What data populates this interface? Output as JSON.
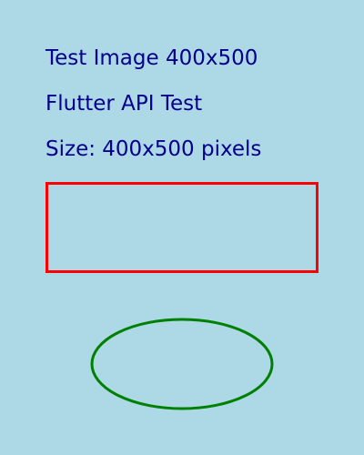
{
  "text": {
    "line1": "Test Image 400x500",
    "line2": "Flutter API Test",
    "line3": "Size: 400x500 pixels"
  },
  "colors": {
    "background": "#add8e6",
    "text": "#00008b",
    "rectangle_stroke": "#ff0000",
    "ellipse_stroke": "#008000"
  }
}
